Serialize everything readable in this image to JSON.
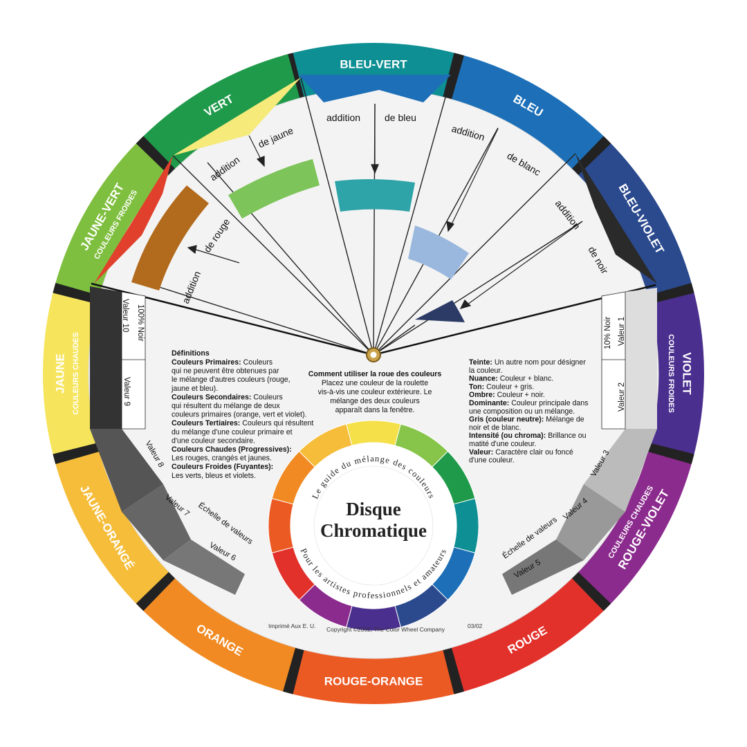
{
  "outer_segments": [
    {
      "label": "BLEU-VERT",
      "color": "#0e8f93",
      "sub": ""
    },
    {
      "label": "BLEU",
      "color": "#1d70b8",
      "sub": ""
    },
    {
      "label": "BLEU-VIOLET",
      "color": "#2b4a8e",
      "sub": ""
    },
    {
      "label": "VIOLET",
      "color": "#4b2f8f",
      "sub": "COULEURS FROIDES"
    },
    {
      "label": "ROUGE-VIOLET",
      "color": "#8c2b8e",
      "sub": "COULEURS CHAUDES"
    },
    {
      "label": "ROUGE",
      "color": "#e2312b",
      "sub": ""
    },
    {
      "label": "ROUGE-ORANGE",
      "color": "#ec5a24",
      "sub": ""
    },
    {
      "label": "ORANGE",
      "color": "#f18a22",
      "sub": ""
    },
    {
      "label": "JAUNE-ORANGÉ",
      "color": "#f6bd3a",
      "sub": ""
    },
    {
      "label": "JAUNE",
      "color": "#f6e55c",
      "sub": "COULEURS CHAUDES"
    },
    {
      "label": "JAUNE-VERT",
      "color": "#7fbf3f",
      "sub": "COULEURS FROIDES"
    },
    {
      "label": "VERT",
      "color": "#1f9a4a",
      "sub": ""
    }
  ],
  "windows": {
    "yellow": {
      "addition": "addition",
      "de": "de jaune",
      "swatch": "#7dc45a"
    },
    "bleu": {
      "addition": "addition",
      "de": "de bleu",
      "swatch": "#2ea3a8"
    },
    "blanc": {
      "addition": "addition",
      "de": "de blanc",
      "swatch": "#9ab8dd"
    },
    "noir": {
      "addition": "addition",
      "de": "de noir",
      "swatch": "#2c3b66"
    },
    "rouge": {
      "addition": "addition",
      "de": "de rouge",
      "swatch": "#b26a1c"
    }
  },
  "value_scale_left": {
    "labels": [
      "Valeur 10",
      "100% Noir",
      "Valeur 9",
      "Valeur 8",
      "Valeur 7",
      "Échelle de valeurs",
      "Valeur 6"
    ]
  },
  "value_scale_right": {
    "labels": [
      "Valeur 1",
      "10% Noir",
      "Valeur 2",
      "Valeur 3",
      "Valeur 4",
      "Échelle de valeurs",
      "Valeur 5"
    ]
  },
  "definitions": {
    "heading": "Définitions",
    "lines": [
      [
        {
          "b": "Couleurs Primaires:"
        },
        {
          "t": " Couleurs"
        }
      ],
      [
        {
          "t": "qui ne peuvent être obtenues par"
        }
      ],
      [
        {
          "t": "le mélange d'autres couleurs (rouge,"
        }
      ],
      [
        {
          "t": "jaune et bleu)."
        }
      ],
      [
        {
          "b": "Couleurs Secondaires:"
        },
        {
          "t": " Couleurs"
        }
      ],
      [
        {
          "t": "qui résultent du mélange de deux"
        }
      ],
      [
        {
          "t": "couleurs primaires (orange, vert et violet)."
        }
      ],
      [
        {
          "b": "Couleurs Tertiaires:"
        },
        {
          "t": " Couleurs qui résultent"
        }
      ],
      [
        {
          "t": "du mélange d'une couleur primaire et"
        }
      ],
      [
        {
          "t": "d'une couleur secondaire."
        }
      ],
      [
        {
          "b": "Couleurs Chaudes (Progressives):"
        }
      ],
      [
        {
          "t": "Les rouges, crangés et jaunes."
        }
      ],
      [
        {
          "b": "Couleurs Froides (Fuyantes):"
        }
      ],
      [
        {
          "t": "Les verts, bleus et violets."
        }
      ]
    ]
  },
  "center_instructions": {
    "heading": "Comment utiliser la roue des couleurs",
    "lines": [
      "Placez une couleur de la roulette",
      "vis-à-vis une couleur extérieure.  Le",
      "mélange des deux couleurs",
      "apparaît dans la fenêtre."
    ]
  },
  "right_definitions": {
    "lines": [
      [
        {
          "b": "Teinte:"
        },
        {
          "t": " Un autre nom pour désigner"
        }
      ],
      [
        {
          "t": "la couleur."
        }
      ],
      [
        {
          "b": "Nuance:"
        },
        {
          "t": " Couleur + blanc."
        }
      ],
      [
        {
          "b": "Ton:"
        },
        {
          "t": " Couleur + gris."
        }
      ],
      [
        {
          "b": "Ombre:"
        },
        {
          "t": "  Couleur + noir."
        }
      ],
      [
        {
          "b": "Dominante:"
        },
        {
          "t": " Couleur principale dans"
        }
      ],
      [
        {
          "t": "une composition ou un mélange."
        }
      ],
      [
        {
          "b": "Gris (couleur neutre):"
        },
        {
          "t": " Mélange de"
        }
      ],
      [
        {
          "t": "noir et de blanc."
        }
      ],
      [
        {
          "b": "Intensité (ou chroma):"
        },
        {
          "t": " Brillance ou"
        }
      ],
      [
        {
          "t": "matité d'une couleur."
        }
      ],
      [
        {
          "b": "Valeur:"
        },
        {
          "t": " Caractère clair ou foncé"
        }
      ],
      [
        {
          "t": "d'une couleur."
        }
      ]
    ]
  },
  "inner_wheel": {
    "title_line1": "Disque",
    "title_line2": "Chromatique",
    "ring_text_top": "Le guide du mélange des couleurs",
    "ring_text_bottom": "Pour les artistes professionnels et amateurs",
    "colors": [
      "#f5e04a",
      "#86c44a",
      "#1f9a4a",
      "#0e8f93",
      "#1d70b8",
      "#2b4a8e",
      "#4b2f8f",
      "#8c2b8e",
      "#e2312b",
      "#ec5a24",
      "#f18a22",
      "#f6bd3a"
    ]
  },
  "footer": {
    "left": "Imprimé Aux E. U.",
    "middle": "Copyright ©2002, The Color Wheel Company",
    "right": "03/02"
  }
}
